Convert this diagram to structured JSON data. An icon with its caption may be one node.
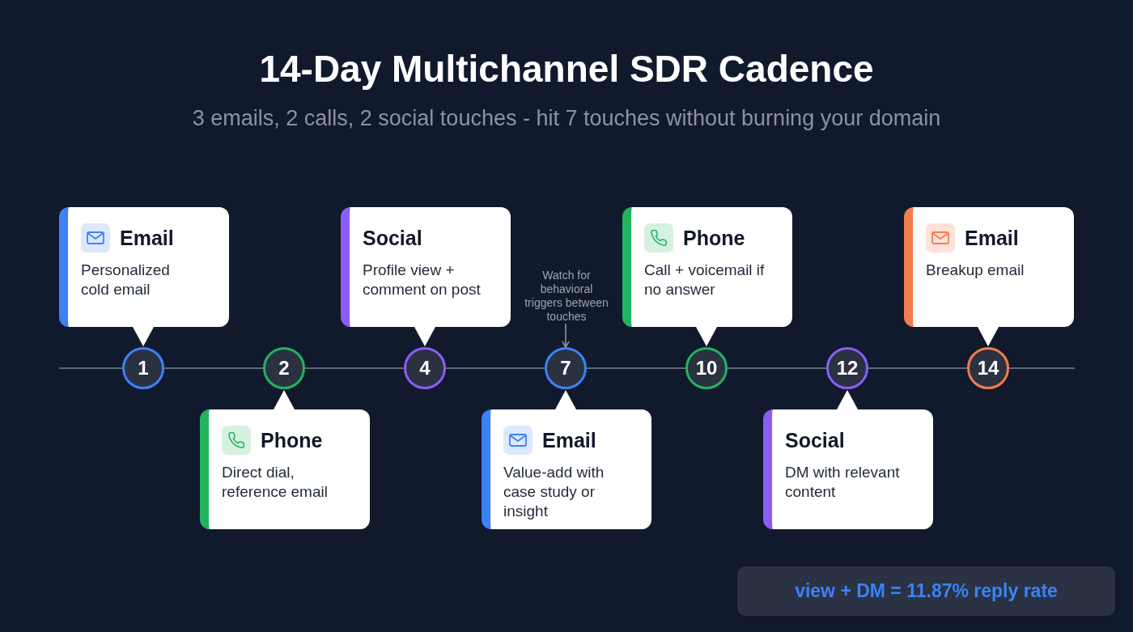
{
  "diagram": {
    "title": "14-Day Multichannel SDR Cadence",
    "nodes": [
      {
        "text": [
          "Email",
          "Personalized cold email"
        ]
      },
      {
        "text": [
          "1"
        ]
      },
      {
        "text": [
          "2"
        ]
      },
      {
        "text": [
          "Phone",
          "Direct dial, reference email"
        ]
      },
      {
        "text": [
          "Social",
          "Profile view + comment on post"
        ]
      },
      {
        "text": [
          "4"
        ]
      },
      {
        "text": [
          "Watch for behavioral triggers between touches"
        ]
      },
      {
        "text": [
          "7"
        ]
      },
      {
        "text": [
          "Email",
          "Value-add with case study or insight"
        ]
      },
      {
        "text": [
          "Phone",
          "Call + voicemail if no answer"
        ]
      },
      {
        "text": [
          "10"
        ]
      },
      {
        "text": [
          "12"
        ]
      },
      {
        "text": [
          "Social",
          "DM with relevant content"
        ]
      },
      {
        "text": [
          "Email",
          "Breakup email"
        ]
      },
      {
        "text": [
          "14"
        ]
      },
      {
        "text": [
          "view + DM = 11.87% reply rate"
        ]
      }
    ],
    "edges": [
      {
        "from": null,
        "to": 1,
        "arrow": "none"
      },
      {
        "from": 1,
        "to": 2,
        "arrow": "none"
      },
      {
        "from": 2,
        "to": 5,
        "arrow": "none"
      },
      {
        "from": 5,
        "to": 7,
        "arrow": "none"
      },
      {
        "from": 7,
        "to": 10,
        "arrow": "none"
      },
      {
        "from": 10,
        "to": 11,
        "arrow": "none"
      },
      {
        "from": 11,
        "to": 14,
        "arrow": "none"
      },
      {
        "from": 14,
        "to": null,
        "arrow": "none"
      },
      {
        "from": 0,
        "to": 1,
        "arrow": "to",
        "color": "#ffffff"
      },
      {
        "from": 3,
        "to": 2,
        "arrow": "to",
        "color": "#ffffff"
      },
      {
        "from": 4,
        "to": 5,
        "arrow": "to",
        "color": "#ffffff"
      },
      {
        "from": 8,
        "to": 7,
        "arrow": "to",
        "color": "#ffffff"
      },
      {
        "from": 9,
        "to": 10,
        "arrow": "to",
        "color": "#ffffff"
      },
      {
        "from": 12,
        "to": 11,
        "arrow": "to",
        "color": "#ffffff"
      },
      {
        "from": 13,
        "to": 14,
        "arrow": "to",
        "color": "#ffffff"
      },
      {
        "from": 6,
        "to": 7,
        "arrow": "to",
        "color": "#9ca3af"
      }
    ],
    "labels": [
      "3 emails, 2 calls, 2 social touches - hit 7 touches without burning your domain"
    ]
  }
}
